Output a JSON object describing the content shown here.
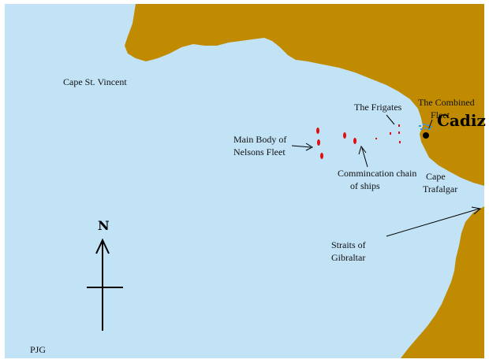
{
  "colors": {
    "sea": "#c2e2f6",
    "land": "#c08b00",
    "ship": "#e01010",
    "combined_fleet": "#3a98e0",
    "ink": "#000000"
  },
  "labels": {
    "cape_st_vincent": "Cape St. Vincent",
    "combined_fleet": [
      "The Combined",
      "Fleet"
    ],
    "cadiz": "Cadiz",
    "frigates": "The Frigates",
    "main_body": [
      "Main Body of",
      "Nelsons Fleet"
    ],
    "communication_chain": [
      "Commincation chain",
      "of ships"
    ],
    "cape_trafalgar": [
      "Cape",
      "Trafalgar"
    ],
    "straits": [
      "Straits of",
      "Gibraltar"
    ],
    "north": "N",
    "author": "PJG"
  }
}
